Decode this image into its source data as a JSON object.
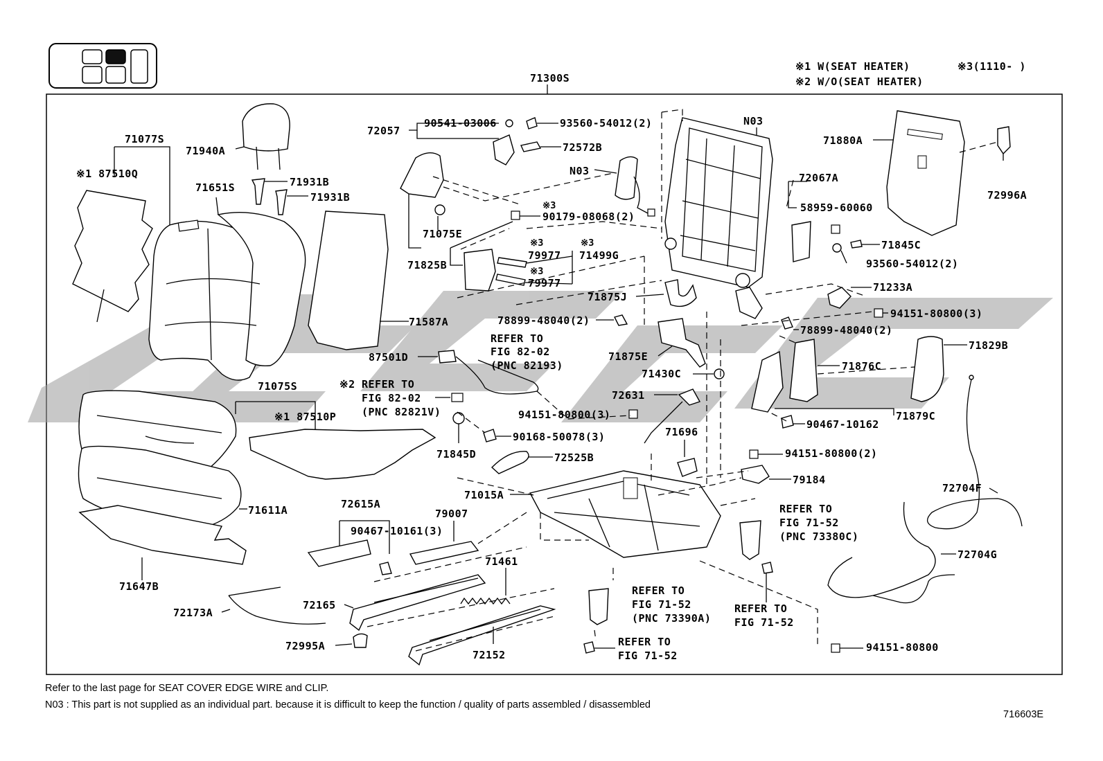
{
  "diagram": {
    "main_part": "71300S",
    "figure_id": "716603E",
    "notes": {
      "n1": "※1 W(SEAT HEATER)",
      "n2": "※2 W/O(SEAT HEATER)",
      "n3": "※3(1110-     )"
    },
    "footnotes": {
      "line1": "Refer to the last page for SEAT COVER EDGE WIRE and CLIP.",
      "line2": "N03 : This part is not supplied as an individual part. because it is difficult to keep the function / quality of parts assembled / disassembled"
    },
    "labels": {
      "p71077S": "71077S",
      "p87510Q": "※1 87510Q",
      "p71940A": "71940A",
      "p71651S": "71651S",
      "p71931B_1": "71931B",
      "p71931B_2": "71931B",
      "p71587A": "71587A",
      "p72057": "72057",
      "p90541": "90541-03006",
      "p93560a": "93560-54012(2)",
      "p72572B": "72572B",
      "pN03a": "N03",
      "pN03b": "N03",
      "p71075E": "71075E",
      "p90179_note": "※3",
      "p90179": "90179-08068(2)",
      "p79977a_note": "※3",
      "p79977a": "79977",
      "p71499G_note": "※3",
      "p71499G": "71499G",
      "p79977b_note": "※3",
      "p79977b": "79977",
      "p71825B": "71825B",
      "p71875J": "71875J",
      "p78899a": "78899-48040(2)",
      "p78899b": "78899-48040(2)",
      "p72067A": "72067A",
      "p58959": "58959-60060",
      "p71845C": "71845C",
      "p93560b": "93560-54012(2)",
      "p71880A": "71880A",
      "p72996A": "72996A",
      "p71233A": "71233A",
      "p94151a": "94151-80800(3)",
      "p87501D": "87501D",
      "refer1_l1": "REFER TO",
      "refer1_l2": "FIG 82-02",
      "refer1_l3": "(PNC 82193)",
      "p71875E": "71875E",
      "p71430C": "71430C",
      "p71876C": "71876C",
      "p71829B": "71829B",
      "p71075S": "71075S",
      "refer2_note": "※2",
      "refer2_l1": "REFER TO",
      "refer2_l2": "FIG 82-02",
      "refer2_l3": "(PNC 82821V)",
      "p87510P": "※1 87510P",
      "p72631": "72631",
      "p94151b": "94151-80800(3)",
      "p90467a": "90467-10162",
      "p71879C": "71879C",
      "p90168": "90168-50078(3)",
      "p71845D": "71845D",
      "p71696": "71696",
      "p72525B": "72525B",
      "p94151c": "94151-80800(2)",
      "p79184": "79184",
      "p71015A": "71015A",
      "p72704F": "72704F",
      "p71611A": "71611A",
      "p72615A": "72615A",
      "p79007": "79007",
      "p90467b": "90467-10161(3)",
      "refer3_l1": "REFER TO",
      "refer3_l2": "FIG 71-52",
      "refer3_l3": "(PNC 73380C)",
      "p72704G": "72704G",
      "p71647B": "71647B",
      "p71461": "71461",
      "p72165": "72165",
      "refer4_l1": "REFER TO",
      "refer4_l2": "FIG 71-52",
      "refer4_l3": "(PNC 73390A)",
      "refer5_l1": "REFER TO",
      "refer5_l2": "FIG 71-52",
      "p72173A": "72173A",
      "p72995A": "72995A",
      "p72152": "72152",
      "refer6_l1": "REFER TO",
      "refer6_l2": "FIG 71-52",
      "p94151d": "94151-80800"
    }
  }
}
